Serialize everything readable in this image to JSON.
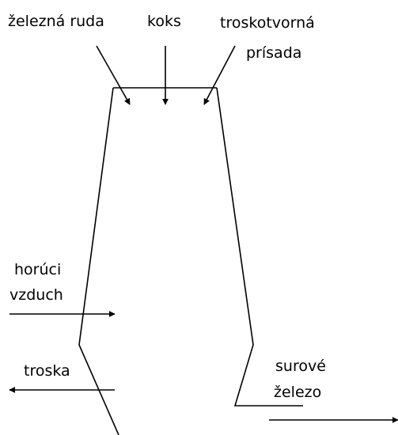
{
  "labels": {
    "iron_ore": "železná ruda",
    "coke": "koks",
    "flux_line1": "troskotvorná",
    "flux_line2": "prísada",
    "hot_air_line1": "horúci",
    "hot_air_line2": "vzduch",
    "slag": "troska",
    "pig_iron_line1": "surové",
    "pig_iron_line2": "železo"
  },
  "colors": {
    "ink": "#000000",
    "background": "#ffffff"
  }
}
